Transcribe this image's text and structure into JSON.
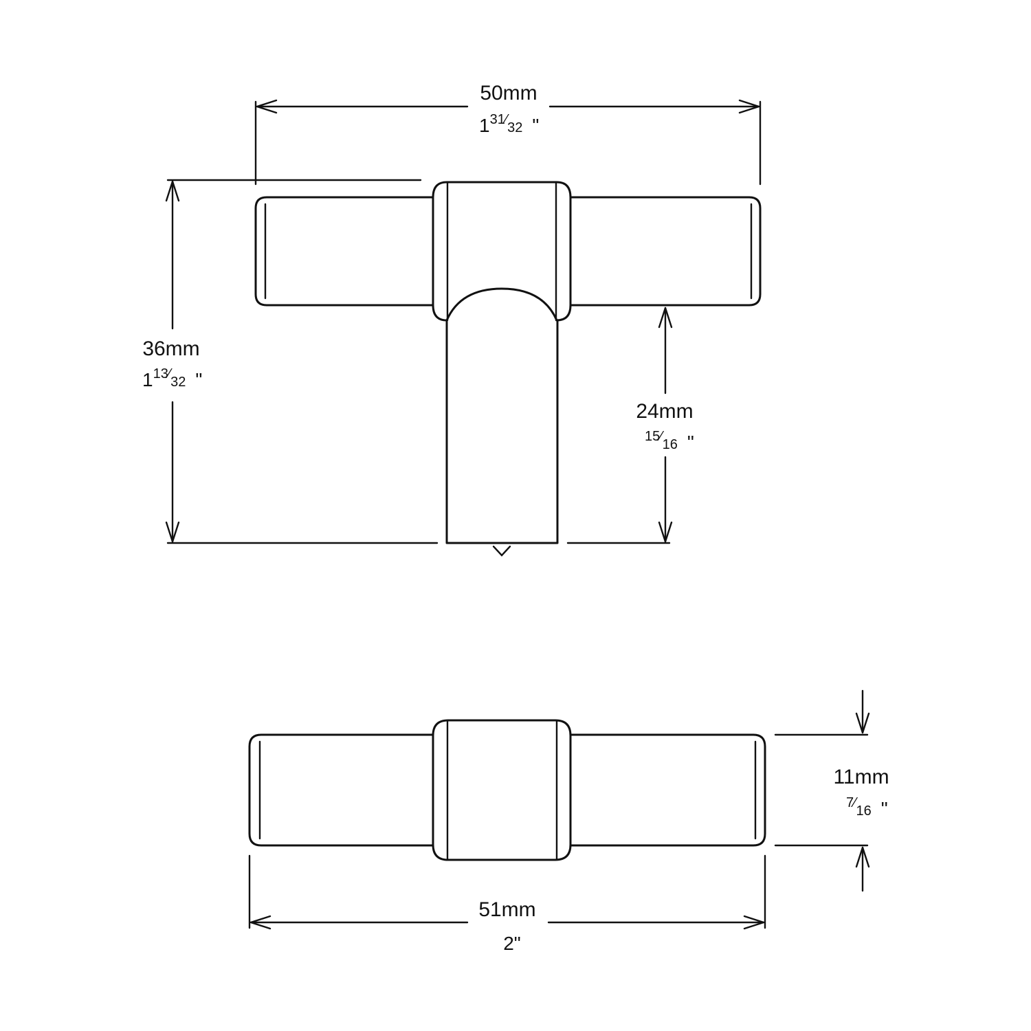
{
  "dimensions": {
    "top_width": {
      "mm": "50mm",
      "whole": "1",
      "num": "31",
      "den": "32",
      "inch": "\""
    },
    "total_height": {
      "mm": "36mm",
      "whole": "1",
      "num": "13",
      "den": "32",
      "inch": "\""
    },
    "stem_height": {
      "mm": "24mm",
      "num": "15",
      "den": "16",
      "inch": "\""
    },
    "bar_diameter": {
      "mm": "11mm",
      "num": "7",
      "den": "16",
      "inch": "\""
    },
    "bottom_width": {
      "mm": "51mm",
      "inch": "2\""
    }
  }
}
